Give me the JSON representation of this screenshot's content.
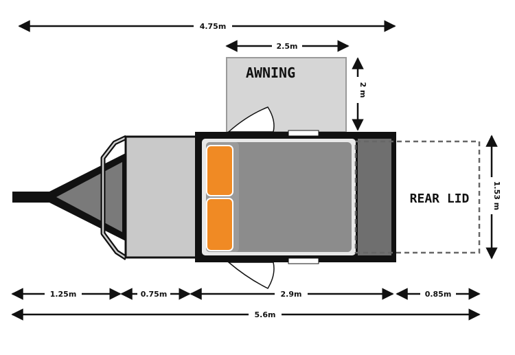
{
  "labels": {
    "awning": "AWNING",
    "rear_lid": "REAR LID"
  },
  "dimensions": {
    "overall_top": "4.75m",
    "awning_width": "2.5m",
    "awning_depth": "2 m",
    "rear_lid_height": "1.53 m",
    "drawbar": "1.25m",
    "front_box": "0.75m",
    "body": "2.9m",
    "rear_lid_depth": "0.85m",
    "overall_bottom": "5.6m"
  },
  "colors": {
    "outline": "#111111",
    "body_grey": "#8c8c8c",
    "light_grey": "#cfcfcf",
    "awning_grey": "#d6d6d6",
    "mattress_orange": "#f08a24",
    "dark_panel": "#6f6f6f"
  }
}
